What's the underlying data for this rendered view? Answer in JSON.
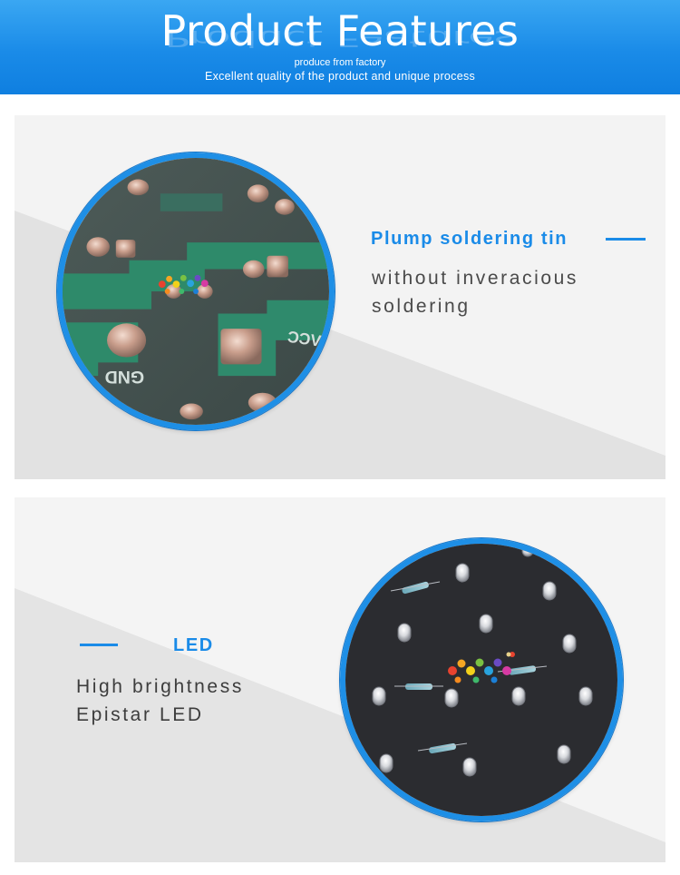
{
  "banner": {
    "title": "Product Features",
    "subtitle_small": "produce from factory",
    "subtitle": "Excellent quality of the product and unique process",
    "color": "#1a8be8"
  },
  "features": [
    {
      "title": "Plump soldering tin",
      "description_line1": "without inveracious",
      "description_line2": "soldering",
      "image": "pcb-solder-closeup",
      "board_labels": [
        "GND",
        "VCC"
      ]
    },
    {
      "title": "LED",
      "description_line1": "High brightness",
      "description_line2": "Epistar LED",
      "image": "led-board-closeup"
    }
  ]
}
